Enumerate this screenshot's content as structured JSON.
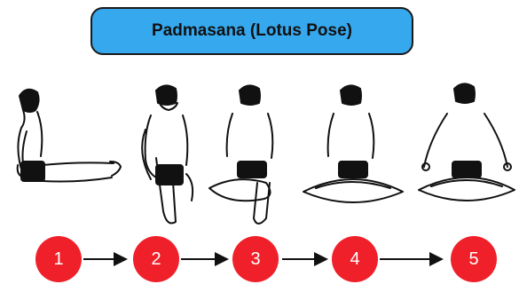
{
  "title": "Padmasana (Lotus Pose)",
  "steps": [
    {
      "label": "1",
      "figure": "seated-legs-extended"
    },
    {
      "label": "2",
      "figure": "right-foot-to-thigh"
    },
    {
      "label": "3",
      "figure": "half-lotus"
    },
    {
      "label": "4",
      "figure": "full-lotus-hands-on-knees"
    },
    {
      "label": "5",
      "figure": "full-lotus-jnana-mudra"
    }
  ],
  "colors": {
    "banner": "#36a8ee",
    "step_circle": "#f0202a",
    "step_text": "#ffffff",
    "arrow": "#111111"
  }
}
